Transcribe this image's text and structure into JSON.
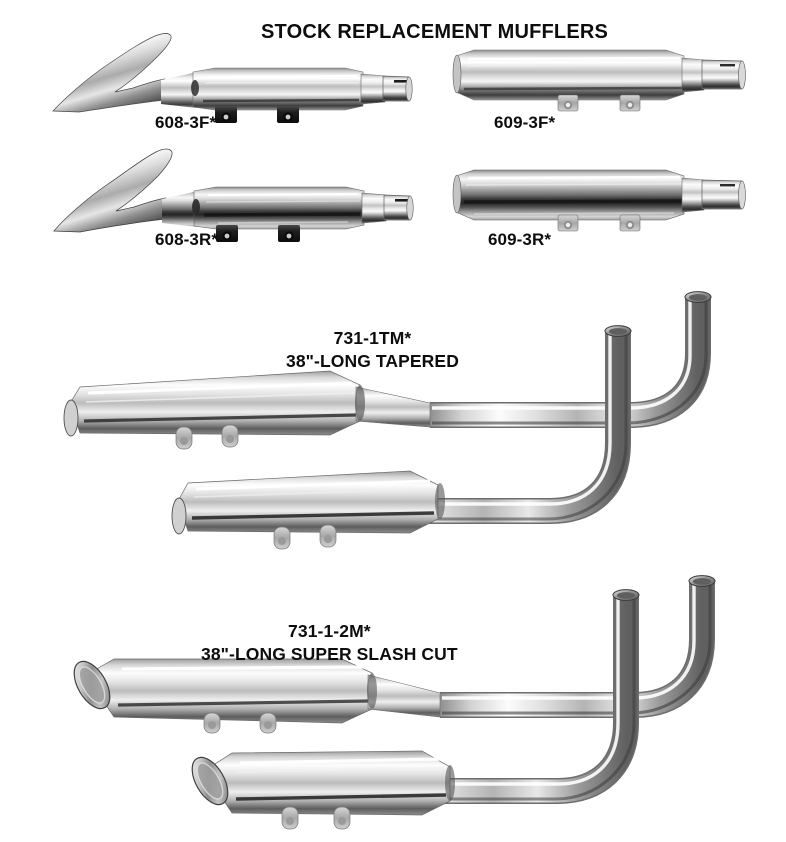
{
  "page": {
    "background_color": "#ffffff",
    "text_color": "#0d0d0d",
    "chrome_color": "#c9c9c9",
    "title": "STOCK REPLACEMENT MUFFLERS"
  },
  "stock_mufflers": {
    "section_title": "STOCK REPLACEMENT MUFFLERS",
    "items": [
      {
        "part_number": "608-3F*",
        "style": "fishtail-flared-tip",
        "row": 1,
        "column": 1
      },
      {
        "part_number": "609-3F*",
        "style": "straight-tube",
        "row": 1,
        "column": 2
      },
      {
        "part_number": "608-3R*",
        "style": "fishtail-flared-tip",
        "row": 2,
        "column": 1
      },
      {
        "part_number": "609-3R*",
        "style": "straight-tube",
        "row": 2,
        "column": 2
      }
    ]
  },
  "pipe_sets": [
    {
      "part_number": "731-1TM*",
      "description": "38\"-LONG TAPERED",
      "style": "tapered-muffler-with-header-bend",
      "quantity_shown": 2
    },
    {
      "part_number": "731-1-2M*",
      "description": "38\"-LONG SUPER SLASH CUT",
      "style": "slash-cut-muffler-with-header-bend",
      "quantity_shown": 2
    }
  ]
}
